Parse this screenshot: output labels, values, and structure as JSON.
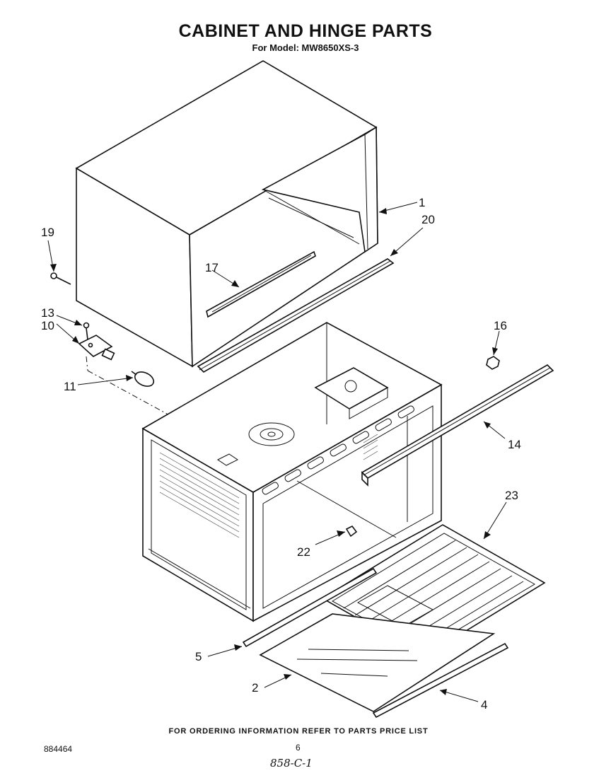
{
  "header": {
    "title": "CABINET AND HINGE PARTS",
    "subtitle": "For Model: MW8650XS-3"
  },
  "callouts": [
    {
      "id": "1",
      "label": "1"
    },
    {
      "id": "2",
      "label": "2"
    },
    {
      "id": "4",
      "label": "4"
    },
    {
      "id": "5",
      "label": "5"
    },
    {
      "id": "10",
      "label": "10"
    },
    {
      "id": "11",
      "label": "11"
    },
    {
      "id": "13",
      "label": "13"
    },
    {
      "id": "14",
      "label": "14"
    },
    {
      "id": "16",
      "label": "16"
    },
    {
      "id": "17",
      "label": "17"
    },
    {
      "id": "19",
      "label": "19"
    },
    {
      "id": "20",
      "label": "20"
    },
    {
      "id": "22",
      "label": "22"
    },
    {
      "id": "23",
      "label": "23"
    }
  ],
  "footer": {
    "ordering_note": "FOR ORDERING INFORMATION REFER TO PARTS PRICE LIST",
    "doc_number": "884464",
    "page_number": "6",
    "handwritten_code": "858-C-1"
  }
}
